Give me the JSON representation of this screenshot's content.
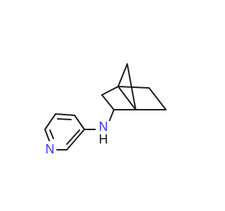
{
  "molecule": {
    "atom_labels": {
      "pyridine_nitrogen": "N",
      "amine_nitrogen": "N",
      "amine_hydrogen": "H"
    },
    "colors": {
      "bond": "#1a1a1a",
      "nitrogen": "#3333ff",
      "hydrogen": "#1a1a1a",
      "background": "#ffffff"
    }
  }
}
